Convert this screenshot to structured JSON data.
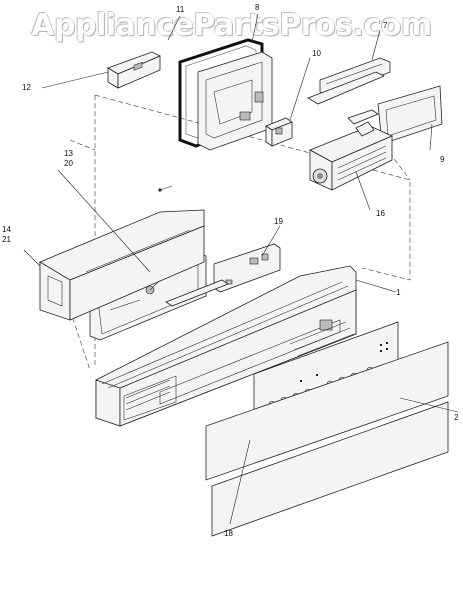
{
  "watermark": "AppliancePartsPros.com",
  "callouts": {
    "c1": "1",
    "c2": "2",
    "c7": "7",
    "c8": "8",
    "c9": "9",
    "c10": "10",
    "c11": "11",
    "c12": "12",
    "c13": "13",
    "c14": "14",
    "c16": "16",
    "c18": "18",
    "c19": "19",
    "c20": "20",
    "c21": "21"
  }
}
